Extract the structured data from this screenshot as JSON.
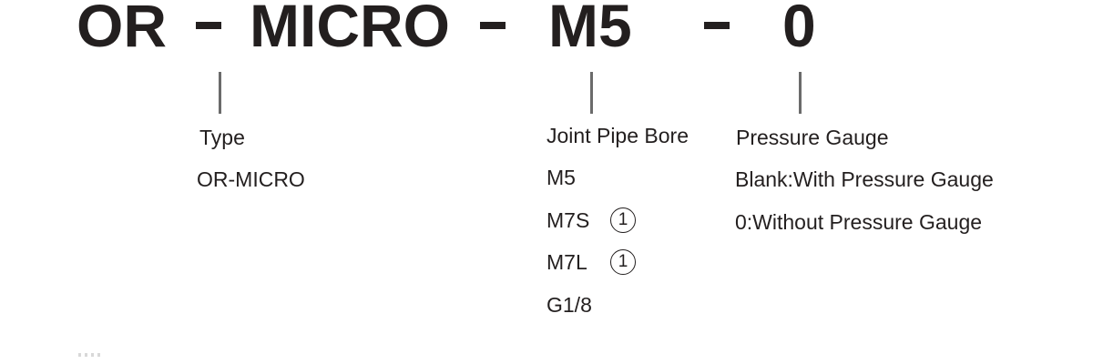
{
  "model_code": {
    "segment_type": "OR",
    "segment_series": "MICRO",
    "segment_bore": "M5",
    "segment_gauge": "0"
  },
  "columns": {
    "type": {
      "heading": "Type",
      "options": [
        "OR-MICRO"
      ]
    },
    "bore": {
      "heading": "Joint Pipe Bore",
      "options": [
        {
          "label": "M5",
          "note": ""
        },
        {
          "label": "M7S",
          "note": "1"
        },
        {
          "label": "M7L",
          "note": "1"
        },
        {
          "label": "G1/8",
          "note": ""
        }
      ]
    },
    "gauge": {
      "heading": "Pressure Gauge",
      "options": [
        "Blank:With Pressure Gauge",
        "0:Without Pressure Gauge"
      ]
    }
  },
  "colors": {
    "text": "#231f1f",
    "leader_line": "#6b6b6b"
  }
}
